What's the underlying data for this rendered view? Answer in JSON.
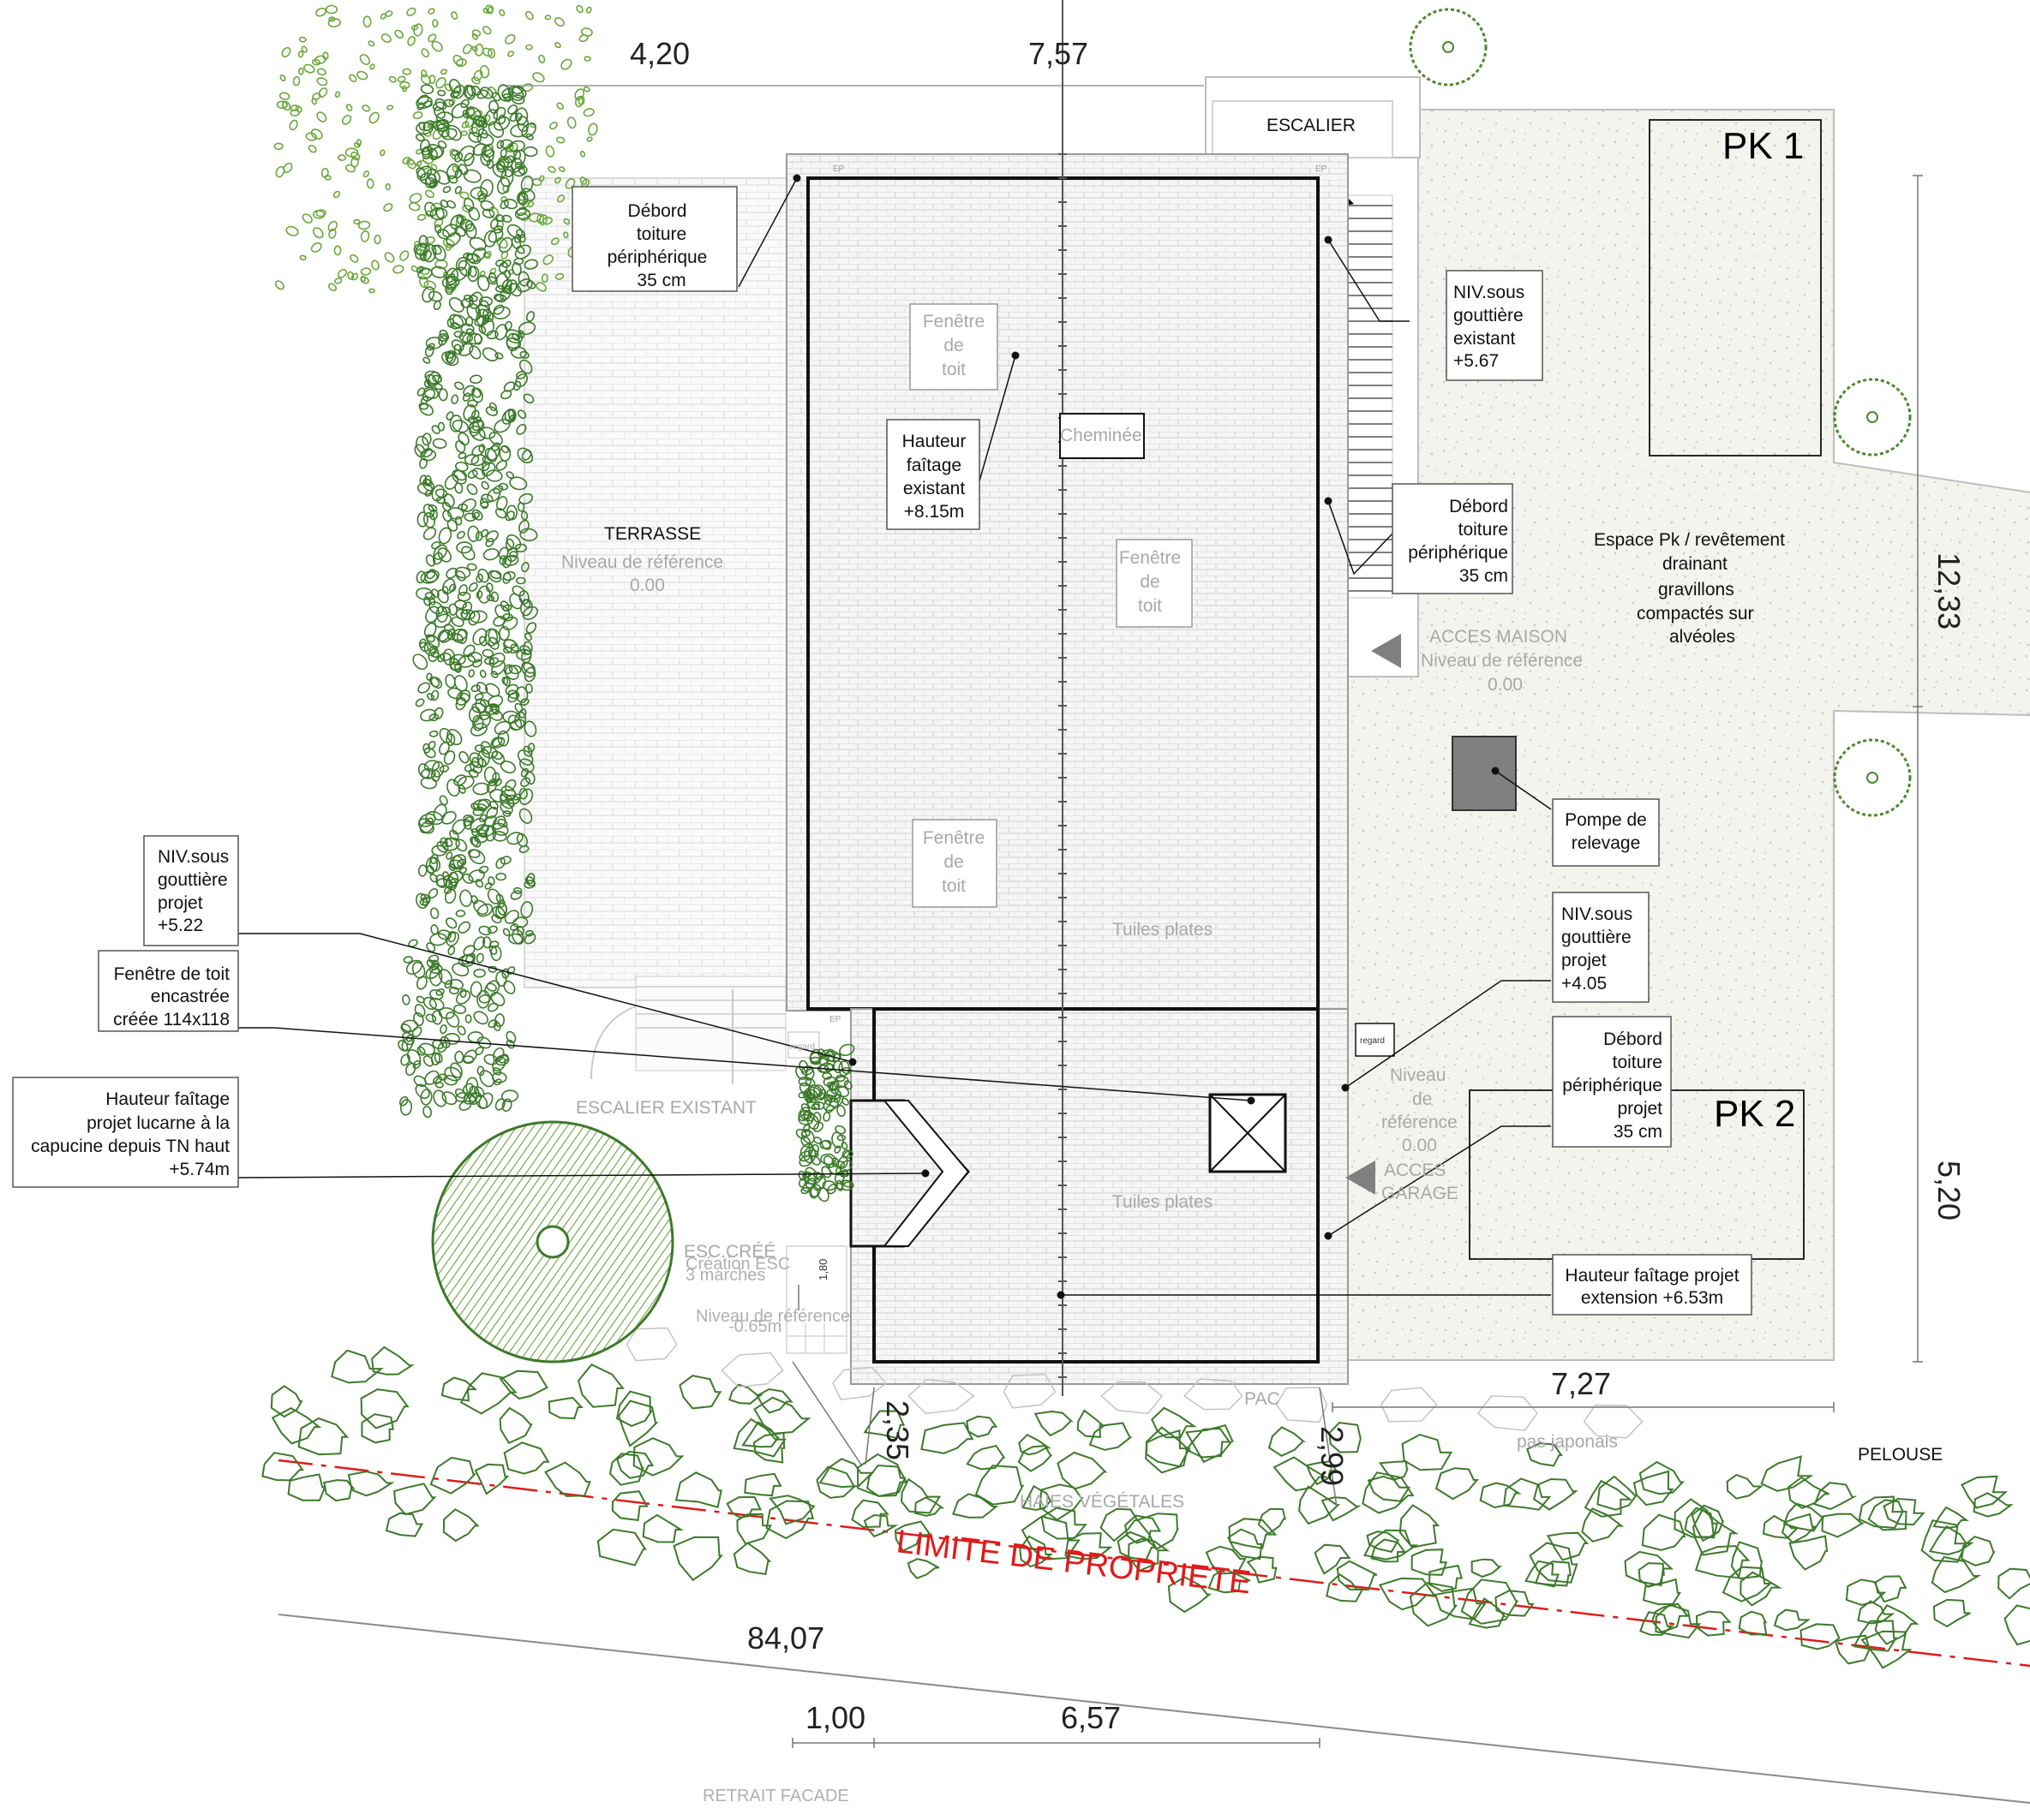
{
  "colors": {
    "roof_outline": "#111111",
    "tile_fill": "#f4f4f4",
    "gravel_fill": "#f0f1ea",
    "foliage": "#3c7a2a",
    "foliage_light": "#6aa83b",
    "property_line": "#e01b1b",
    "annotation_text": "#111111",
    "faded_text": "#a8a8a8"
  },
  "dimensions": {
    "top_left": "4,20",
    "top_mid": "7,57",
    "right_upper": "12,33",
    "right_lower": "5,20",
    "bottom_right": "7,27",
    "bottom_left_small": "2,35",
    "bottom_mid_small": "2,99",
    "long_diagonal": "84,07",
    "bottom_a": "1,00",
    "bottom_b": "6,57",
    "retreat_label": "RETRAIT FACADE"
  },
  "zones": {
    "escalier": "ESCALIER",
    "pk1": "PK 1",
    "pk2": "PK 2",
    "terrasse": "TERRASSE",
    "terrasse_niveau": "Niveau de référence",
    "terrasse_value": "0.00",
    "acces_maison": "ACCES MAISON",
    "acces_maison_niveau": "Niveau de référence",
    "acces_maison_value": "0.00",
    "niveau_garage_1": "Niveau",
    "niveau_garage_2": "de",
    "niveau_garage_3": "référence",
    "niveau_garage_4": "0.00",
    "acces_garage_1": "ACCES",
    "acces_garage_2": "GARAGE",
    "espace_pk_1": "Espace Pk / revêtement",
    "espace_pk_2": "drainant",
    "espace_pk_3": "gravillons",
    "espace_pk_4": "compactés sur",
    "espace_pk_5": "alvéoles",
    "escalier_existant": "ESCALIER EXISTANT",
    "esc_cree": "ESC.CRÉÉ",
    "esc_creation": "Création ESC",
    "esc_marches": "3 marches",
    "esc_niveau": "Niveau de référence",
    "esc_niveau_value": "-0.65m",
    "esc_height": "1,80",
    "pac": "PAC",
    "pas_japonais": "pas japonais",
    "pelouse": "PELOUSE",
    "haies": "HAIES VÉGÉTALES",
    "limite": "LIMITE DE PROPRIETE",
    "tuiles_1": "Tuiles plates",
    "tuiles_2": "Tuiles plates",
    "cheminee": "Cheminée",
    "regard_1": "regard",
    "regard_2": "regard",
    "ep_1": "EP",
    "ep_2": "EP",
    "ep_3": "EP"
  },
  "windows": {
    "fenetre_1": [
      "Fenêtre",
      "de",
      "toit"
    ],
    "fenetre_2": [
      "Fenêtre",
      "de",
      "toit"
    ],
    "fenetre_3": [
      "Fenêtre",
      "de",
      "toit"
    ]
  },
  "annotations": {
    "debord_1": [
      "Débord",
      "toiture",
      "périphérique",
      "35 cm"
    ],
    "niv_existant": [
      "NIV.sous",
      "gouttière",
      "existant",
      "+5.67"
    ],
    "hauteur_existant": [
      "Hauteur",
      "faîtage",
      "existant",
      "+8.15m"
    ],
    "debord_2": [
      "Débord",
      "toiture",
      "périphérique",
      "35 cm"
    ],
    "pompe": [
      "Pompe de",
      "relevage"
    ],
    "niv_projet_1": [
      "NIV.sous",
      "gouttière",
      "projet",
      "+5.22"
    ],
    "fenetre_encastree": [
      "Fenêtre de toit",
      "encastrée",
      "créée 114x118"
    ],
    "hauteur_lucarne": [
      "Hauteur faîtage",
      "projet lucarne à la",
      "capucine depuis TN haut",
      "+5.74m"
    ],
    "niv_projet_2": [
      "NIV.sous",
      "gouttière",
      "projet",
      "+4.05"
    ],
    "debord_projet": [
      "Débord",
      "toiture",
      "périphérique",
      "projet",
      "35 cm"
    ],
    "hauteur_extension": [
      "Hauteur faîtage projet",
      "extension +6.53m"
    ]
  },
  "icons": {
    "tree": "tree-symbol-icon",
    "arrow": "access-arrow-icon",
    "pump": "pump-square-icon",
    "skylight": "skylight-cross-icon"
  }
}
